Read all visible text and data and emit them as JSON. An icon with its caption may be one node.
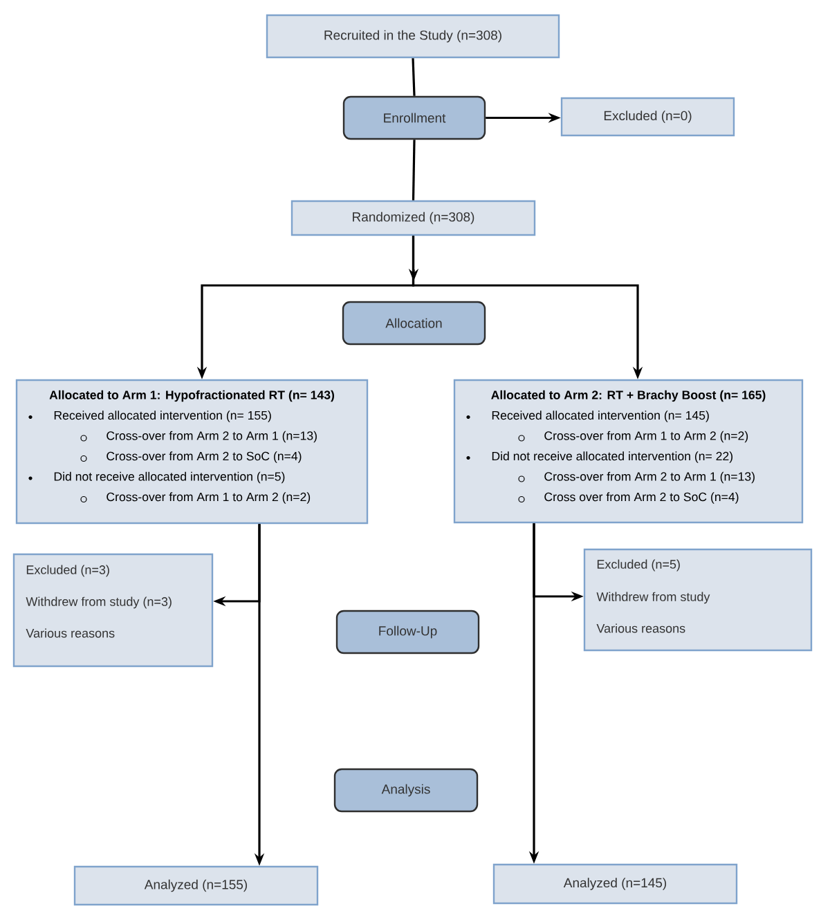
{
  "diagram": {
    "nodes": [
      {
        "text": [
          "Recruited in the Study (n=308)"
        ]
      },
      {
        "text": [
          "Enrollment"
        ]
      },
      {
        "text": [
          "Excluded (n=0)"
        ]
      },
      {
        "text": [
          "Randomized (n=308)"
        ]
      },
      {
        "text": [
          "Allocation"
        ]
      },
      {
        "text": [
          "Allocated to Arm 1: Hypofractionated RT (n= 143)",
          "Received allocated intervention (n= 155)",
          "Cross-over from Arm 2 to Arm 1 (n=13)",
          "Cross-over from Arm 2 to SoC (n=4)",
          "Did not receive allocated intervention (n=5)",
          "Cross-over from Arm 1 to Arm 2 (n=2)"
        ]
      },
      {
        "text": [
          "Allocated to Arm 2: RT + Brachy Boost (n= 165)",
          "Received allocated intervention (n= 145)",
          "Cross-over from Arm 1 to Arm 2 (n=2)",
          "Did not receive allocated intervention (n= 22)",
          "Cross-over from Arm 2 to Arm 1 (n=13)",
          "Cross over from Arm 2 to SoC (n=4)"
        ]
      },
      {
        "text": [
          "Excluded (n=3)",
          "Withdrew from study (n=3)",
          "Various reasons"
        ]
      },
      {
        "text": [
          "Follow-Up"
        ]
      },
      {
        "text": [
          "Excluded (n=5)",
          "Withdrew from study",
          "Various reasons"
        ]
      },
      {
        "text": [
          "Analysis"
        ]
      },
      {
        "text": [
          "Analyzed (n=155)"
        ]
      },
      {
        "text": [
          "Analyzed (n=145)"
        ]
      }
    ],
    "edges": [
      {
        "from": 0,
        "to": 1,
        "arrow": "none"
      },
      {
        "from": 1,
        "to": 2,
        "arrow": "to"
      },
      {
        "from": 1,
        "to": 3,
        "arrow": "none"
      },
      {
        "from": 3,
        "to": 5,
        "arrow": "to"
      },
      {
        "from": 3,
        "to": 6,
        "arrow": "to"
      },
      {
        "from": 5,
        "to": 7,
        "arrow": "to"
      },
      {
        "from": 5,
        "to": 11,
        "arrow": "to"
      },
      {
        "from": 6,
        "to": 9,
        "arrow": "to"
      },
      {
        "from": 6,
        "to": 12,
        "arrow": "to"
      }
    ]
  }
}
